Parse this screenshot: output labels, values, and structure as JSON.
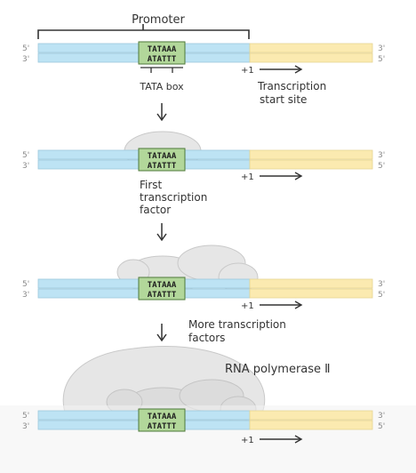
{
  "colors": {
    "promoter_strand": "#bde3f4",
    "coding_strand": "#fbeab0",
    "tata_box": "#b2d79a",
    "protein": "#e6e6e6",
    "protein_edge": "#c9c9c9",
    "ink": "#333333"
  },
  "labels": {
    "promoter": "Promoter",
    "tata_box": "TATA box",
    "tss_line1": "Transcription",
    "tss_line2": "start site",
    "first_factor_line1": "First",
    "first_factor_line2": "transcription",
    "first_factor_line3": "factor",
    "more_factors_line1": "More transcription",
    "more_factors_line2": "factors",
    "rna_pol": "RNA polymerase Ⅱ"
  },
  "dna": {
    "end_top_left": "5'",
    "end_bottom_left": "3'",
    "end_top_right": "3'",
    "end_bottom_right": "5'",
    "tata_top": "TATAAA",
    "tata_bottom": "ATATTT",
    "plus_one": "+1"
  },
  "stages": [
    {
      "id": "dna-only"
    },
    {
      "id": "first-factor-bound"
    },
    {
      "id": "more-factors-bound"
    },
    {
      "id": "rna-polymerase-bound"
    }
  ]
}
